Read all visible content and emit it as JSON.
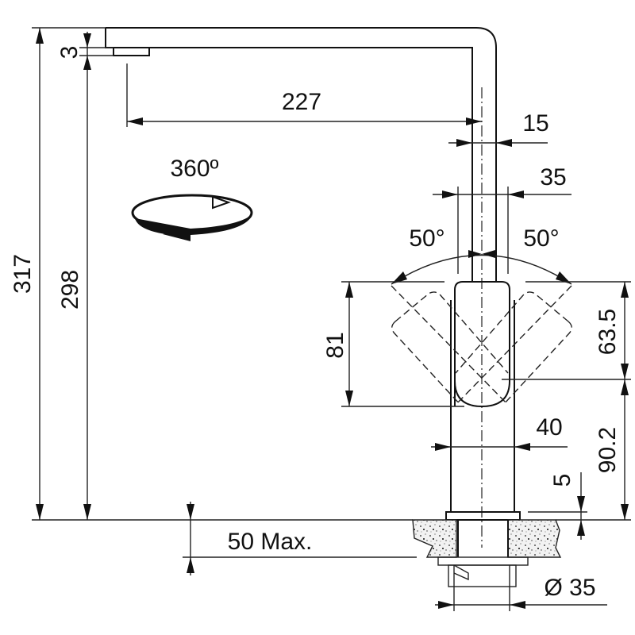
{
  "title": "Kitchen faucet dimension drawing",
  "dimensions": {
    "total_height": "317",
    "spout_height": "298",
    "spout_thickness": "3",
    "reach": "227",
    "spout_width": "15",
    "handle_width": "35",
    "angle_left": "50°",
    "angle_right": "50°",
    "handle_height": "81",
    "lever_height": "63.5",
    "lever_base_height": "90.2",
    "body_diameter": "40",
    "base_plate": "5",
    "countertop_max": "50 Max.",
    "mount_hole": "Ø 35"
  },
  "rotation": {
    "label": "360º"
  }
}
